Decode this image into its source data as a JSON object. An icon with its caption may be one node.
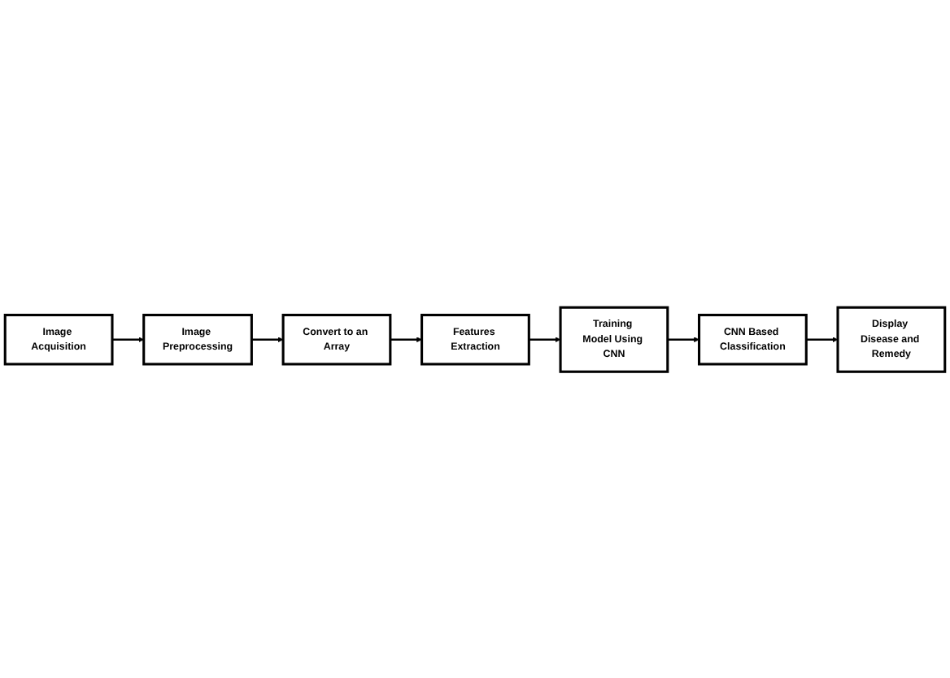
{
  "diagram": {
    "nodes": [
      {
        "text": [
          "Image Acquisition"
        ]
      },
      {
        "text": [
          "Image Preprocessing"
        ]
      },
      {
        "text": [
          "Convert to an Array"
        ]
      },
      {
        "text": [
          "Features Extraction"
        ]
      },
      {
        "text": [
          "Training Model Using CNN"
        ]
      },
      {
        "text": [
          "CNN Based Classification"
        ]
      },
      {
        "text": [
          "Display Disease and Remedy"
        ]
      }
    ],
    "edges": [
      {
        "from": 0,
        "to": 1,
        "arrow": "to"
      },
      {
        "from": 1,
        "to": 2,
        "arrow": "to"
      },
      {
        "from": 2,
        "to": 3,
        "arrow": "to"
      },
      {
        "from": 3,
        "to": 4,
        "arrow": "to"
      },
      {
        "from": 4,
        "to": 5,
        "arrow": "to"
      },
      {
        "from": 5,
        "to": 6,
        "arrow": "to"
      }
    ]
  }
}
